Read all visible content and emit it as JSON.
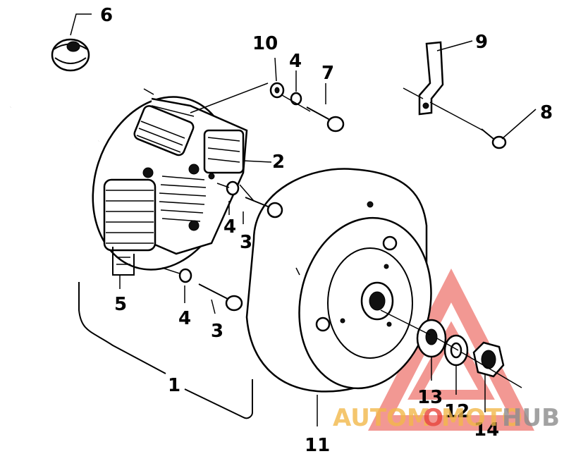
{
  "labels": {
    "p1": "1",
    "p2": "2",
    "p3a": "3",
    "p3b": "3",
    "p4a": "4",
    "p4b": "4",
    "p4c": "4",
    "p5": "5",
    "p6": "6",
    "p7": "7",
    "p8": "8",
    "p9": "9",
    "p10": "10",
    "p11": "11",
    "p12": "12",
    "p13": "13",
    "p14": "14"
  },
  "watermark": {
    "text_auto": "AUTOM",
    "text_o": "O",
    "text_moto": "MOTO",
    "text_hub": "HUB",
    "colors": {
      "red": "#e8453c",
      "orange": "#f2b84a",
      "gray": "#8c8c8c"
    }
  }
}
